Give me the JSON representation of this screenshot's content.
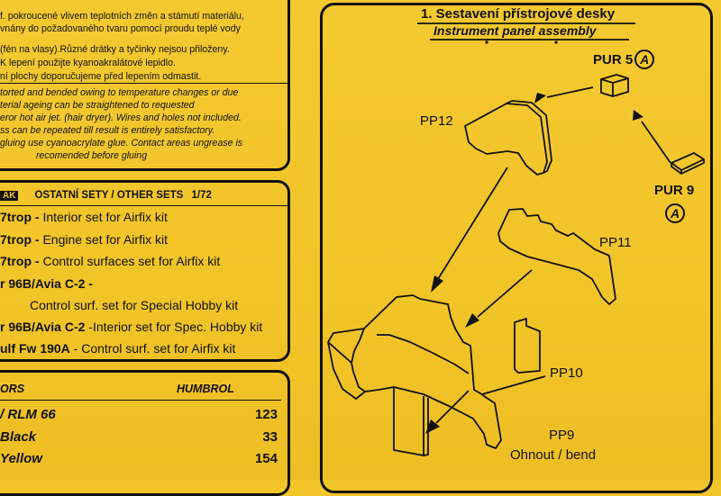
{
  "notes": {
    "czech": [
      "f. pokroucené vlivem teplotních změn a stámutí materiálu,",
      "vnány do požadovaného tvaru pomocí proudu teplé vody",
      "(fén na vlasy).Různé drátky a tyčinky nejsou přiloženy.",
      "K lepení použijte kyanoakralátové lepidlo.",
      "ní plochy doporučujeme před lepením odmastit."
    ],
    "english": [
      "torted and bended owing to temperature changes or due",
      "terial ageing can be straightened to requested",
      "eror hot air jet. (hair dryer). Wires and holes not included.",
      "ss can be repeated till result is entirely satisfactory.",
      "gluing use cyanoacrylate glue. Contact areas ungrease is",
      "recomended before gluing"
    ]
  },
  "other_sets": {
    "badge": "AK",
    "heading": "OSTATNÍ SETY / OTHER SETS",
    "scale": "1/72",
    "items": [
      {
        "code": "7trop -",
        "desc": " Interior set for Airfix kit"
      },
      {
        "code": "7trop -",
        "desc": " Engine set for Airfix kit"
      },
      {
        "code": "7trop -",
        "desc": " Control surfaces set for Airfix kit"
      },
      {
        "code": "r 96B/Avia C-2 -",
        "desc": ""
      },
      {
        "code": "",
        "desc": "Control surf. set for Special Hobby kit"
      },
      {
        "code": "r 96B/Avia C-2",
        "desc": " -Interior set for Spec. Hobby kit"
      },
      {
        "code": "ulf Fw 190A",
        "desc": " - Control surf. set for Airfix kit"
      }
    ]
  },
  "colors": {
    "header_left": "ORS",
    "header_right": "HUMBROL",
    "rows": [
      {
        "name": "/ RLM 66",
        "number": "123"
      },
      {
        "name": "Black",
        "number": "33"
      },
      {
        "name": "Yellow",
        "number": "154"
      }
    ]
  },
  "panel": {
    "title": "1. Sestavení přístrojové desky",
    "subtitle": "Instrument panel assembly",
    "parts": {
      "pur5": "PUR 5",
      "pur5_marker": "A",
      "pur9": "PUR 9",
      "pur9_marker": "A",
      "pp12": "PP12",
      "pp11": "PP11",
      "pp10": "PP10",
      "pp9": "PP9",
      "bend": "Ohnout / bend"
    }
  }
}
